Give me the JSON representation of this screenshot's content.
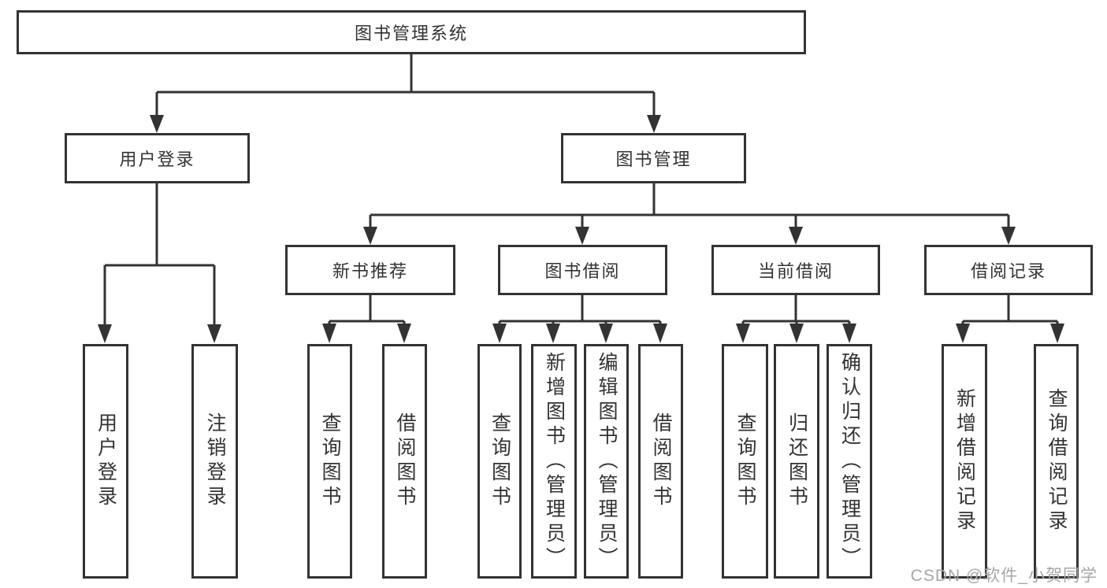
{
  "diagram": {
    "title": "图书管理系统",
    "type": "function-structure-tree",
    "colors": {
      "line": "#333333",
      "text": "#333333",
      "box_background": "#ffffff",
      "page_background": "#ffffff",
      "watermark": "#a6a6a6"
    },
    "root": {
      "label": "图书管理系统"
    },
    "branches": [
      {
        "label": "用户登录",
        "children": [
          {
            "label": "用户登录"
          },
          {
            "label": "注销登录"
          }
        ]
      },
      {
        "label": "图书管理",
        "children": [
          {
            "label": "新书推荐",
            "children": [
              {
                "label": "查询图书"
              },
              {
                "label": "借阅图书"
              }
            ]
          },
          {
            "label": "图书借阅",
            "children": [
              {
                "label": "查询图书"
              },
              {
                "label": "新增图书（管理员）"
              },
              {
                "label": "编辑图书（管理员）"
              },
              {
                "label": "借阅图书"
              }
            ]
          },
          {
            "label": "当前借阅",
            "children": [
              {
                "label": "查询图书"
              },
              {
                "label": "归还图书"
              },
              {
                "label": "确认归还（管理员）"
              }
            ]
          },
          {
            "label": "借阅记录",
            "children": [
              {
                "label": "新增借阅记录"
              },
              {
                "label": "查询借阅记录"
              }
            ]
          }
        ]
      }
    ],
    "watermark": "CSDN @软件_小贺同学"
  }
}
